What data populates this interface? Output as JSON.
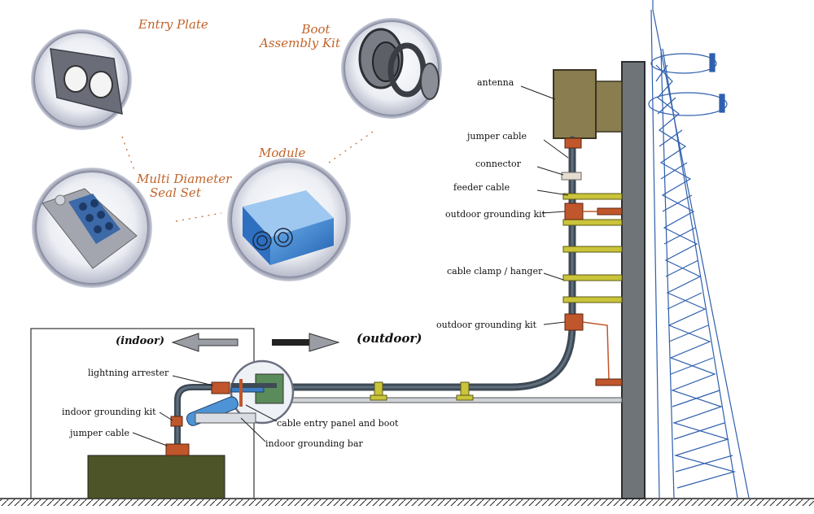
{
  "components": {
    "entry_plate": "Entry Plate",
    "boot_line1": "Boot",
    "boot_line2": "Assembly Kit",
    "module": "Module",
    "seal_line1": "Multi Diameter",
    "seal_line2": "Seal Set"
  },
  "directions": {
    "indoor": "(indoor)",
    "outdoor": "(outdoor)"
  },
  "labels": {
    "antenna": "antenna",
    "jumper_cable_top": "jumper cable",
    "connector": "connector",
    "feeder_cable": "feeder cable",
    "outdoor_grounding_kit_1": "outdoor grounding kit",
    "cable_clamp": "cable clamp / hanger",
    "outdoor_grounding_kit_2": "outdoor grounding kit",
    "lightning_arrester": "lightning arrester",
    "indoor_grounding_kit": "indoor grounding kit",
    "jumper_cable_bottom": "jumper cable",
    "cable_entry_panel": "cable entry panel and boot",
    "indoor_grounding_bar": "indoor grounding bar"
  },
  "colors": {
    "accent_label": "#c0642a",
    "cable": "#3d4a55",
    "clamp": "#c9c43a",
    "grounding_kit": "#c0562b",
    "antenna": "#8a7d4f",
    "tower": "#2f5fae",
    "cabinet": "#4d5427"
  }
}
